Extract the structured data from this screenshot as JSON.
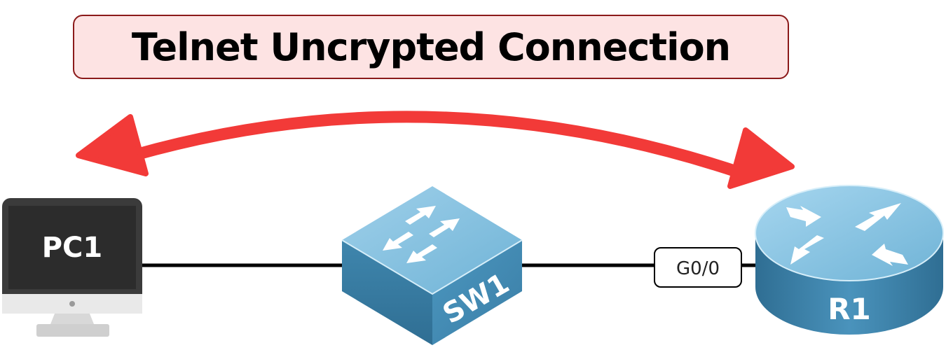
{
  "title": "Telnet Uncrypted Connection",
  "devices": {
    "pc": {
      "label": "PC1"
    },
    "switch": {
      "label": "SW1"
    },
    "router": {
      "label": "R1"
    }
  },
  "ports": {
    "r1_interface": "G0/0"
  },
  "colors": {
    "arrow": "#f23a38",
    "title_fill": "#fde3e3",
    "title_border": "#8b1a1a",
    "switch_body": "#4a8fb3",
    "router_body": "#3f86ad",
    "pc_frame": "#3b3b3b",
    "pc_screen": "#2e2e2e",
    "cable": "#000000"
  },
  "icons": {
    "pc": "desktop-monitor-icon",
    "switch": "network-switch-icon",
    "router": "network-router-icon"
  }
}
